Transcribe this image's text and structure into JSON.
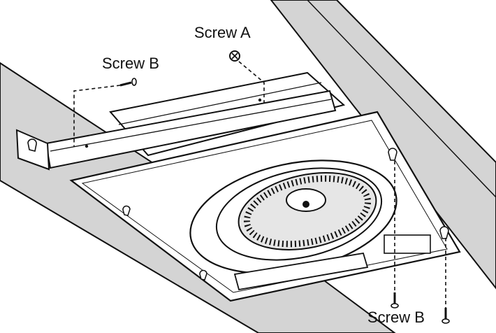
{
  "labels": {
    "screw_a": "Screw A",
    "screw_b_top": "Screw B",
    "screw_b_bottom": "Screw B"
  },
  "colors": {
    "joist": "#d4d4d4",
    "line": "#111111",
    "background": "#ffffff"
  }
}
